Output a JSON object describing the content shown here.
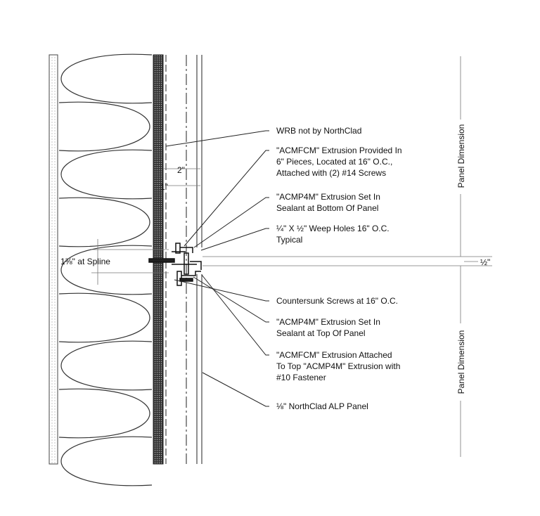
{
  "labels": {
    "wrb": "WRB not by NorthClad",
    "acmfcm_provided": [
      "\"ACMFCM\" Extrusion Provided In",
      "6\" Pieces, Located at 16\" O.C.,",
      "Attached with (2) #14 Screws"
    ],
    "acmp4m_bottom": [
      "\"ACMP4M\" Extrusion Set In",
      "Sealant at Bottom Of Panel"
    ],
    "weep_holes": [
      "¼\" X ½\" Weep Holes 16\" O.C.",
      "Typical"
    ],
    "countersunk": "Countersunk Screws at 16\" O.C.",
    "acmp4m_top": [
      "\"ACMP4M\" Extrusion Set In",
      "Sealant at Top Of Panel"
    ],
    "acmfcm_attached": [
      "\"ACMFCM\" Extrusion Attached",
      "To Top \"ACMP4M\" Extrusion with",
      "#10 Fastener"
    ],
    "panel": "⅛\" NorthClad ALP Panel"
  },
  "dimensions": {
    "two_inch": "2\"",
    "one_inch": "1\"",
    "spline": "1⅜\" at Spline",
    "half_inch": "½\"",
    "panel_dimension_upper": "Panel Dimension",
    "panel_dimension_lower": "Panel Dimension"
  }
}
